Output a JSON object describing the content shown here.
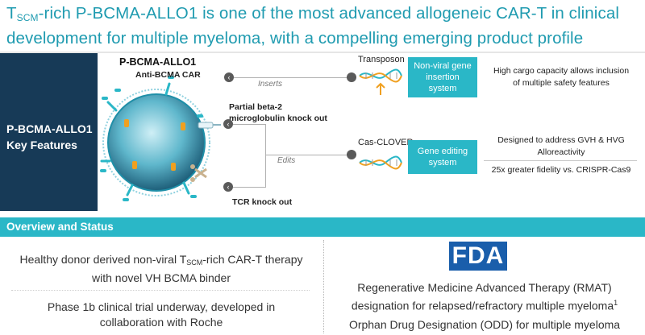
{
  "title": {
    "t_prefix": "T",
    "t_sub": "SCM",
    "line1_rest": "-rich P-BCMA-ALLO1 is one of the most advanced allogeneic CAR-T in clinical",
    "line2": "development for multiple myeloma, with a compelling emerging product profile"
  },
  "key_features": {
    "line1": "P-BCMA-ALLO1",
    "line2": "Key Features"
  },
  "cell": {
    "title": "P-BCMA-ALLO1",
    "label_car": "Anti-BCMA CAR",
    "label_b2m_1": "Partial beta-2",
    "label_b2m_2": "microglobulin knock out",
    "label_tcr": "TCR knock out",
    "edge_inserts": "Inserts",
    "edge_edits": "Edits",
    "bubble_glyph": "‹"
  },
  "tech": {
    "transposon": {
      "label": "Transposon",
      "box_line1": "Non-viral gene",
      "box_line2": "insertion",
      "box_line3": "system"
    },
    "casclover": {
      "label": "Cas-CLOVER",
      "box_line1": "Gene editing",
      "box_line2": "system"
    }
  },
  "descriptions": {
    "insertion_1": "High cargo capacity allows inclusion",
    "insertion_2": "of multiple safety features",
    "editing_1": "Designed to address GVH & HVG",
    "editing_2": "Alloreactivity",
    "editing_3": "25x greater fidelity vs. CRISPR-Cas9"
  },
  "banner": {
    "label": "Overview and Status"
  },
  "overview": {
    "left1_a": "Healthy donor derived non-viral T",
    "left1_sub": "SCM",
    "left1_b": "-rich CAR-T therapy",
    "left1_line2": "with novel VH BCMA binder",
    "left2_line1": "Phase 1b clinical trial underway, developed in",
    "left2_line2": "collaboration with Roche",
    "fda_logo": "FDA",
    "right1_line1": "Regenerative Medicine Advanced Therapy (RMAT)",
    "right1_line2": "designation for relapsed/refractory multiple myeloma",
    "right1_sup": "1",
    "right2": "Orphan Drug Designation (ODD) for multiple myeloma"
  },
  "colors": {
    "teal": "#2ab7c7",
    "navy": "#173a57",
    "title_teal": "#1f9bb0",
    "fda_blue": "#1a5eab"
  }
}
